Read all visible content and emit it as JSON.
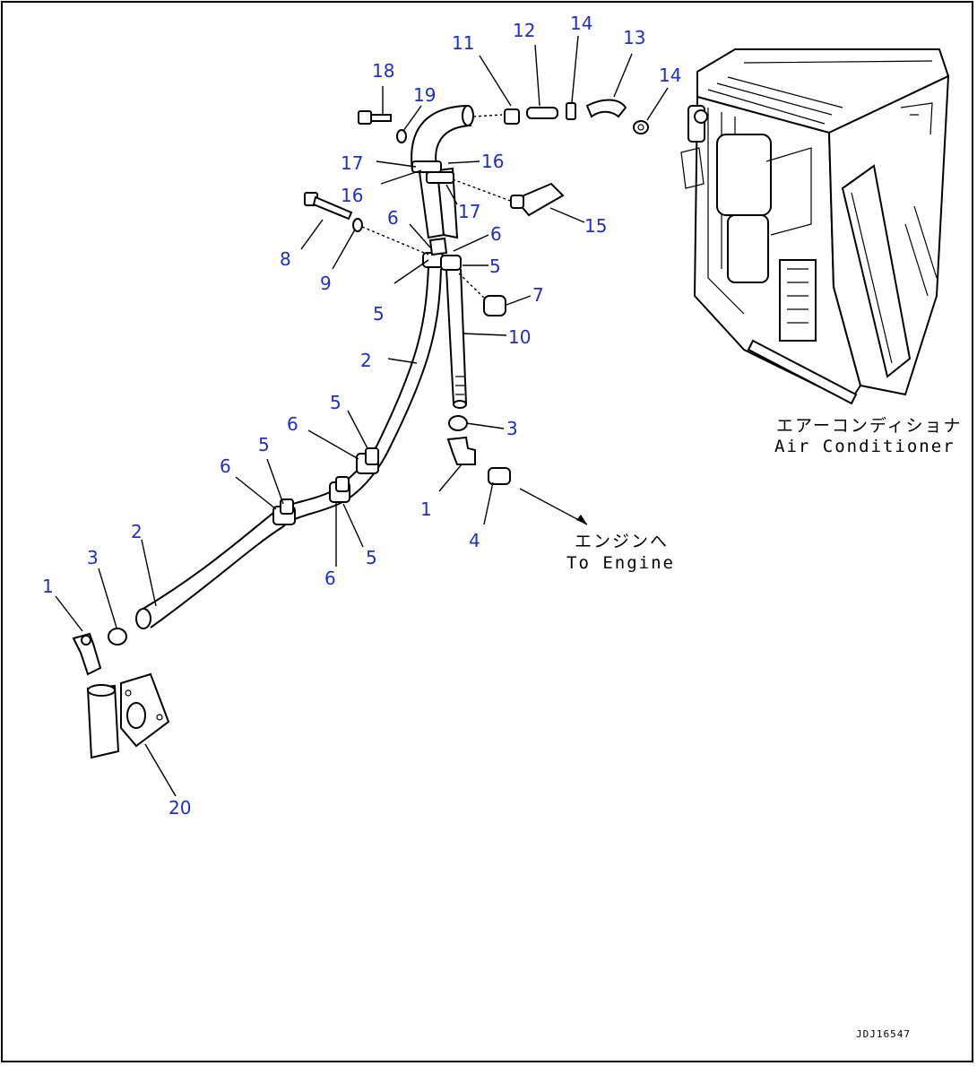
{
  "callouts": [
    {
      "id": "c18",
      "text": "18"
    },
    {
      "id": "c19",
      "text": "19"
    },
    {
      "id": "c11",
      "text": "11"
    },
    {
      "id": "c12",
      "text": "12"
    },
    {
      "id": "c14a",
      "text": "14"
    },
    {
      "id": "c13",
      "text": "13"
    },
    {
      "id": "c14b",
      "text": "14"
    },
    {
      "id": "c17a",
      "text": "17"
    },
    {
      "id": "c16a",
      "text": "16"
    },
    {
      "id": "c16b",
      "text": "16"
    },
    {
      "id": "c17b",
      "text": "17"
    },
    {
      "id": "c15",
      "text": "15"
    },
    {
      "id": "c6a",
      "text": "6"
    },
    {
      "id": "c6b",
      "text": "6"
    },
    {
      "id": "c5a",
      "text": "5"
    },
    {
      "id": "c8",
      "text": "8"
    },
    {
      "id": "c9",
      "text": "9"
    },
    {
      "id": "c7",
      "text": "7"
    },
    {
      "id": "c5b",
      "text": "5"
    },
    {
      "id": "c10",
      "text": "10"
    },
    {
      "id": "c2a",
      "text": "2"
    },
    {
      "id": "c5c",
      "text": "5"
    },
    {
      "id": "c6c",
      "text": "6"
    },
    {
      "id": "c3a",
      "text": "3"
    },
    {
      "id": "c5d",
      "text": "5"
    },
    {
      "id": "c6d",
      "text": "6"
    },
    {
      "id": "c1a",
      "text": "1"
    },
    {
      "id": "c4",
      "text": "4"
    },
    {
      "id": "c2b",
      "text": "2"
    },
    {
      "id": "c3b",
      "text": "3"
    },
    {
      "id": "c5e",
      "text": "5"
    },
    {
      "id": "c6e",
      "text": "6"
    },
    {
      "id": "c1b",
      "text": "1"
    },
    {
      "id": "c20",
      "text": "20"
    }
  ],
  "labels": {
    "aircon_jp": "エアーコンディショナ",
    "aircon_en": "Air Conditioner",
    "engine_jp": "エンジンへ",
    "engine_en": "To Engine",
    "drawing_number": "JDJ16547"
  },
  "colors": {
    "callout": "#1e2fc8",
    "line": "#000000",
    "background": "#ffffff"
  }
}
